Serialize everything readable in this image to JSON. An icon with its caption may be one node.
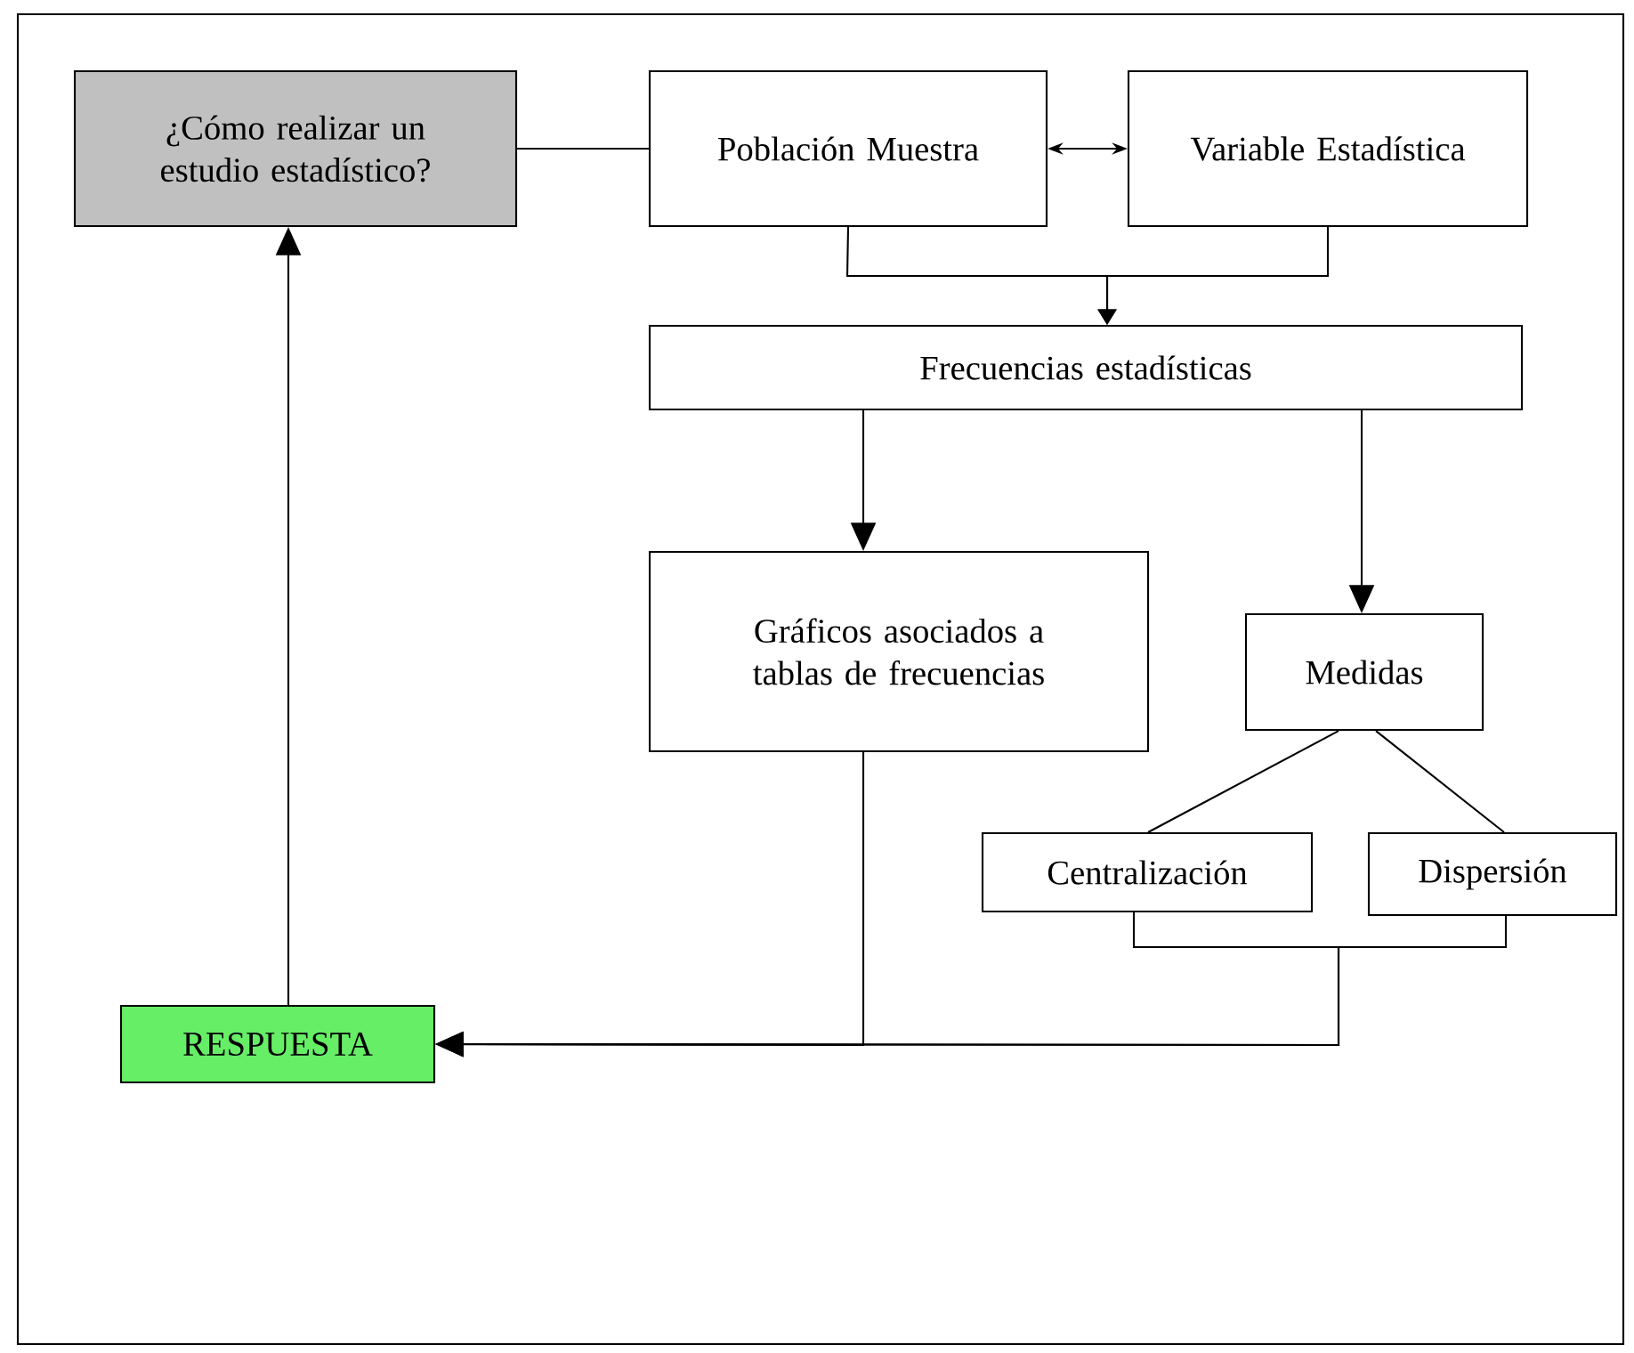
{
  "diagram": {
    "nodes": [
      {
        "text": [
          "¿Cómo realizar un estudio estadístico?"
        ]
      },
      {
        "text": [
          "Población Muestra"
        ]
      },
      {
        "text": [
          "Variable Estadística"
        ]
      },
      {
        "text": [
          "Frecuencias estadísticas"
        ]
      },
      {
        "text": [
          "Gráficos asociados a tablas de frecuencias"
        ]
      },
      {
        "text": [
          "Medidas"
        ]
      },
      {
        "text": [
          "Centralización"
        ]
      },
      {
        "text": [
          "Dispersión"
        ]
      },
      {
        "text": [
          "RESPUESTA"
        ]
      }
    ],
    "edges": [
      {
        "from": 0,
        "to": 1,
        "arrow": "none"
      },
      {
        "from": 1,
        "to": 2,
        "arrow": "both"
      },
      {
        "from": 1,
        "to": 3,
        "arrow": "to"
      },
      {
        "from": 2,
        "to": 3,
        "arrow": "to"
      },
      {
        "from": 3,
        "to": 4,
        "arrow": "to"
      },
      {
        "from": 3,
        "to": 5,
        "arrow": "to"
      },
      {
        "from": 5,
        "to": 6,
        "arrow": "none"
      },
      {
        "from": 5,
        "to": 7,
        "arrow": "none"
      },
      {
        "from": 4,
        "to": 8,
        "arrow": "to"
      },
      {
        "from": 6,
        "to": 8,
        "arrow": "to"
      },
      {
        "from": 7,
        "to": 8,
        "arrow": "to"
      },
      {
        "from": 8,
        "to": 0,
        "arrow": "to"
      }
    ]
  }
}
